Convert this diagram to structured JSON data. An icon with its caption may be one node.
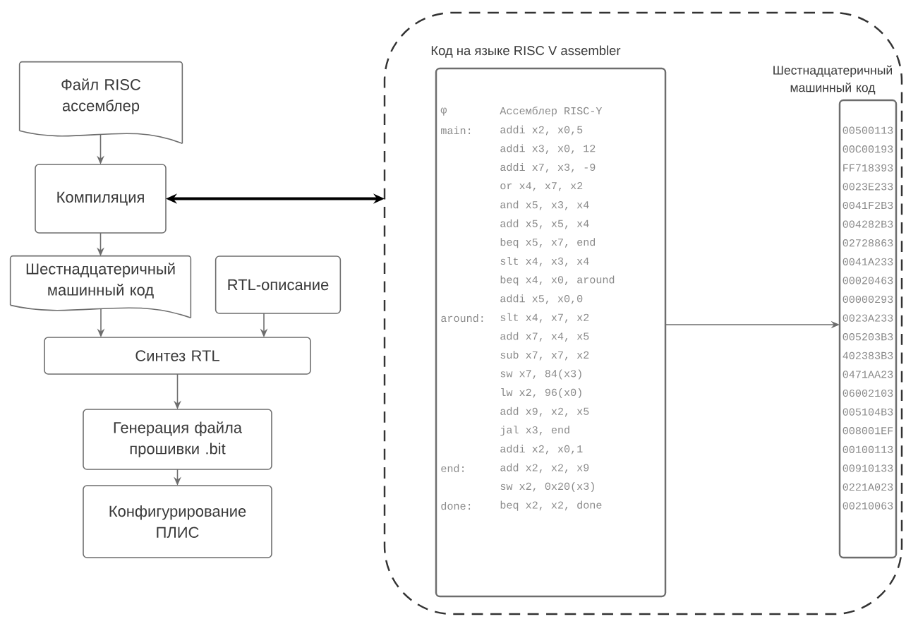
{
  "diagram": {
    "nodes": [
      {
        "text": [
          "Файл RISC ассемблер"
        ]
      },
      {
        "text": [
          "Компиляция"
        ]
      },
      {
        "text": [
          "Шестнадцатеричный машинный код"
        ]
      },
      {
        "text": [
          "RTL-описание"
        ]
      },
      {
        "text": [
          "Синтез RTL"
        ]
      },
      {
        "text": [
          "Генерация файла прошивки .bit"
        ]
      },
      {
        "text": [
          "Конфигурирование ПЛИС"
        ]
      },
      {
        "text": [],
        "shape": "box"
      },
      {
        "text": [
          "Код на языке RISC V assembler",
          "φ",
          "Ассемблер RISC-Y",
          "main:",
          "addi x2, x0,5",
          "addi x3, x0, 12",
          "addi x7, x3, -9",
          "or x4, x7, x2",
          "and x5, x3, x4",
          "add x5, x5, x4",
          "beq x5, x7, end",
          "slt x4, x3, x4",
          "beq x4, x0, around",
          "addi x5, x0,0",
          "around:",
          "slt x4, x7, x2",
          "add x7, x4, x5",
          "sub x7, x7, x2",
          "sw x7, 84(x3)",
          "lw x2, 96(x0)",
          "add x9, x2, x5",
          "jal x3, end",
          "addi x2, x0,1",
          "end:",
          "add x2, x2, x9",
          "sw x2, 0x20(x3)",
          "done:",
          "beq x2, x2, done"
        ],
        "in": 7
      },
      {
        "text": [
          "Шестнадцатеричный машинный код",
          "00500113",
          "00C00193",
          "FF718393",
          "0023E233",
          "0041F2B3",
          "004282B3",
          "02728863",
          "0041A233",
          "00020463",
          "00000293",
          "0023A233",
          "005203B3",
          "402383B3",
          "0471AA23",
          "06002103",
          "005104B3",
          "008001EF",
          "00100113",
          "00910133",
          "0221A023",
          "00210063"
        ],
        "in": 7
      }
    ],
    "edges": [
      {
        "from": 0,
        "to": 1,
        "arrow": "to"
      },
      {
        "from": 1,
        "to": 2,
        "arrow": "to"
      },
      {
        "from": 2,
        "to": 4,
        "arrow": "to"
      },
      {
        "from": 3,
        "to": 4,
        "arrow": "to"
      },
      {
        "from": 4,
        "to": 5,
        "arrow": "to"
      },
      {
        "from": 5,
        "to": 6,
        "arrow": "to"
      },
      {
        "from": 1,
        "to": 7,
        "arrow": "both",
        "style": "thick",
        "color": "#000000"
      },
      {
        "from": 8,
        "to": 9,
        "arrow": "to"
      }
    ]
  }
}
